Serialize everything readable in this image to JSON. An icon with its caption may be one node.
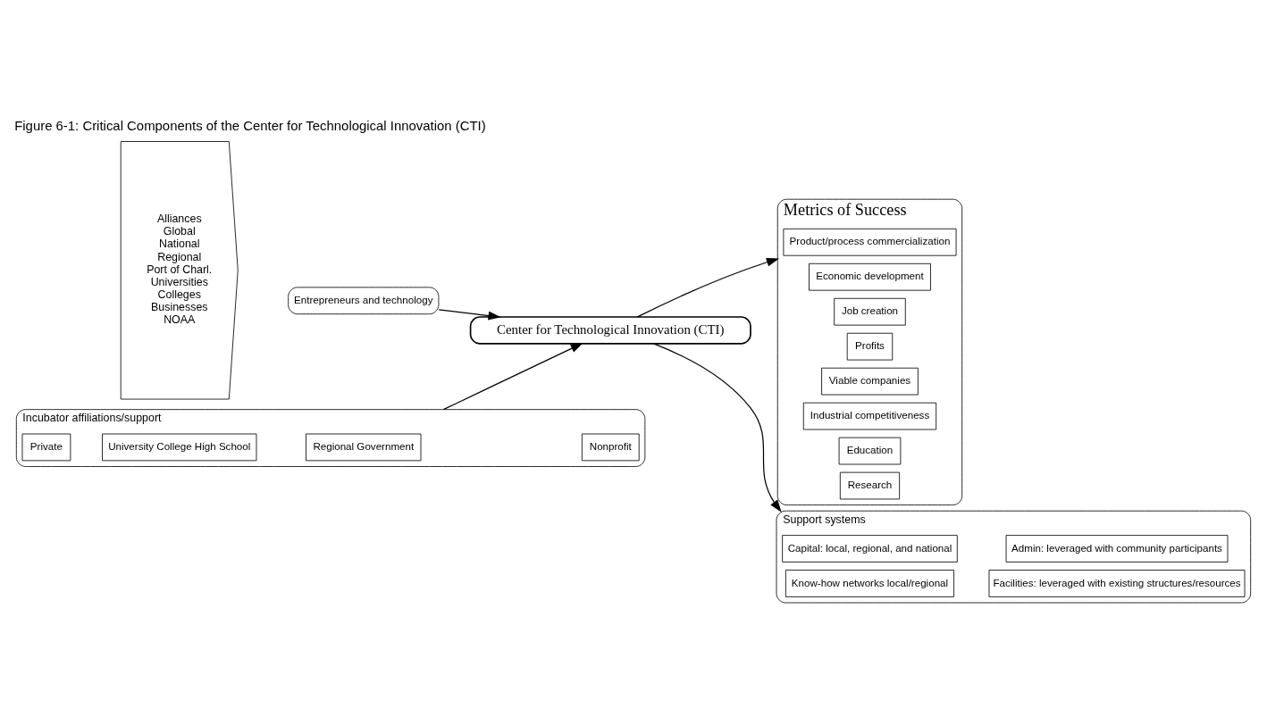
{
  "diagram": {
    "title": "Figure 6-1: Critical Components of the Center for Technological Innovation (CTI)",
    "nodes": [
      {
        "text": [
          "Alliances",
          "Global",
          "National",
          "Regional",
          "Port of Charl.",
          "Universities",
          "Colleges",
          "Businesses",
          "NOAA"
        ]
      },
      {
        "text": [
          "Incubator affiliations/support"
        ]
      },
      {
        "text": [
          "Private"
        ],
        "in": 1
      },
      {
        "text": [
          "University College High School"
        ],
        "in": 1
      },
      {
        "text": [
          "Regional Government"
        ],
        "in": 1
      },
      {
        "text": [
          "Nonprofit"
        ],
        "in": 1
      },
      {
        "text": [
          "Entrepreneurs and technology"
        ]
      },
      {
        "text": [
          "Center for Technological Innovation (CTI)"
        ]
      },
      {
        "text": [
          "Metrics of Success"
        ]
      },
      {
        "text": [
          "Product/process commercialization"
        ],
        "in": 8
      },
      {
        "text": [
          "Economic development"
        ],
        "in": 8
      },
      {
        "text": [
          "Job creation"
        ],
        "in": 8
      },
      {
        "text": [
          "Profits"
        ],
        "in": 8
      },
      {
        "text": [
          "Viable companies"
        ],
        "in": 8
      },
      {
        "text": [
          "Industrial competitiveness"
        ],
        "in": 8
      },
      {
        "text": [
          "Education"
        ],
        "in": 8
      },
      {
        "text": [
          "Research"
        ],
        "in": 8
      },
      {
        "text": [
          "Support systems"
        ]
      },
      {
        "text": [
          "Capital: local, regional, and national"
        ],
        "in": 17
      },
      {
        "text": [
          "Admin: leveraged with community participants"
        ],
        "in": 17
      },
      {
        "text": [
          "Know-how networks local/regional"
        ],
        "in": 17
      },
      {
        "text": [
          "Facilities: leveraged with existing structures/resources"
        ],
        "in": 17
      }
    ],
    "edges": [
      {
        "from": 1,
        "to": 7,
        "arrow": "to"
      },
      {
        "from": 6,
        "to": 7,
        "arrow": "to"
      },
      {
        "from": 7,
        "to": 8,
        "arrow": "to"
      },
      {
        "from": 7,
        "to": 17,
        "arrow": "to"
      }
    ]
  }
}
